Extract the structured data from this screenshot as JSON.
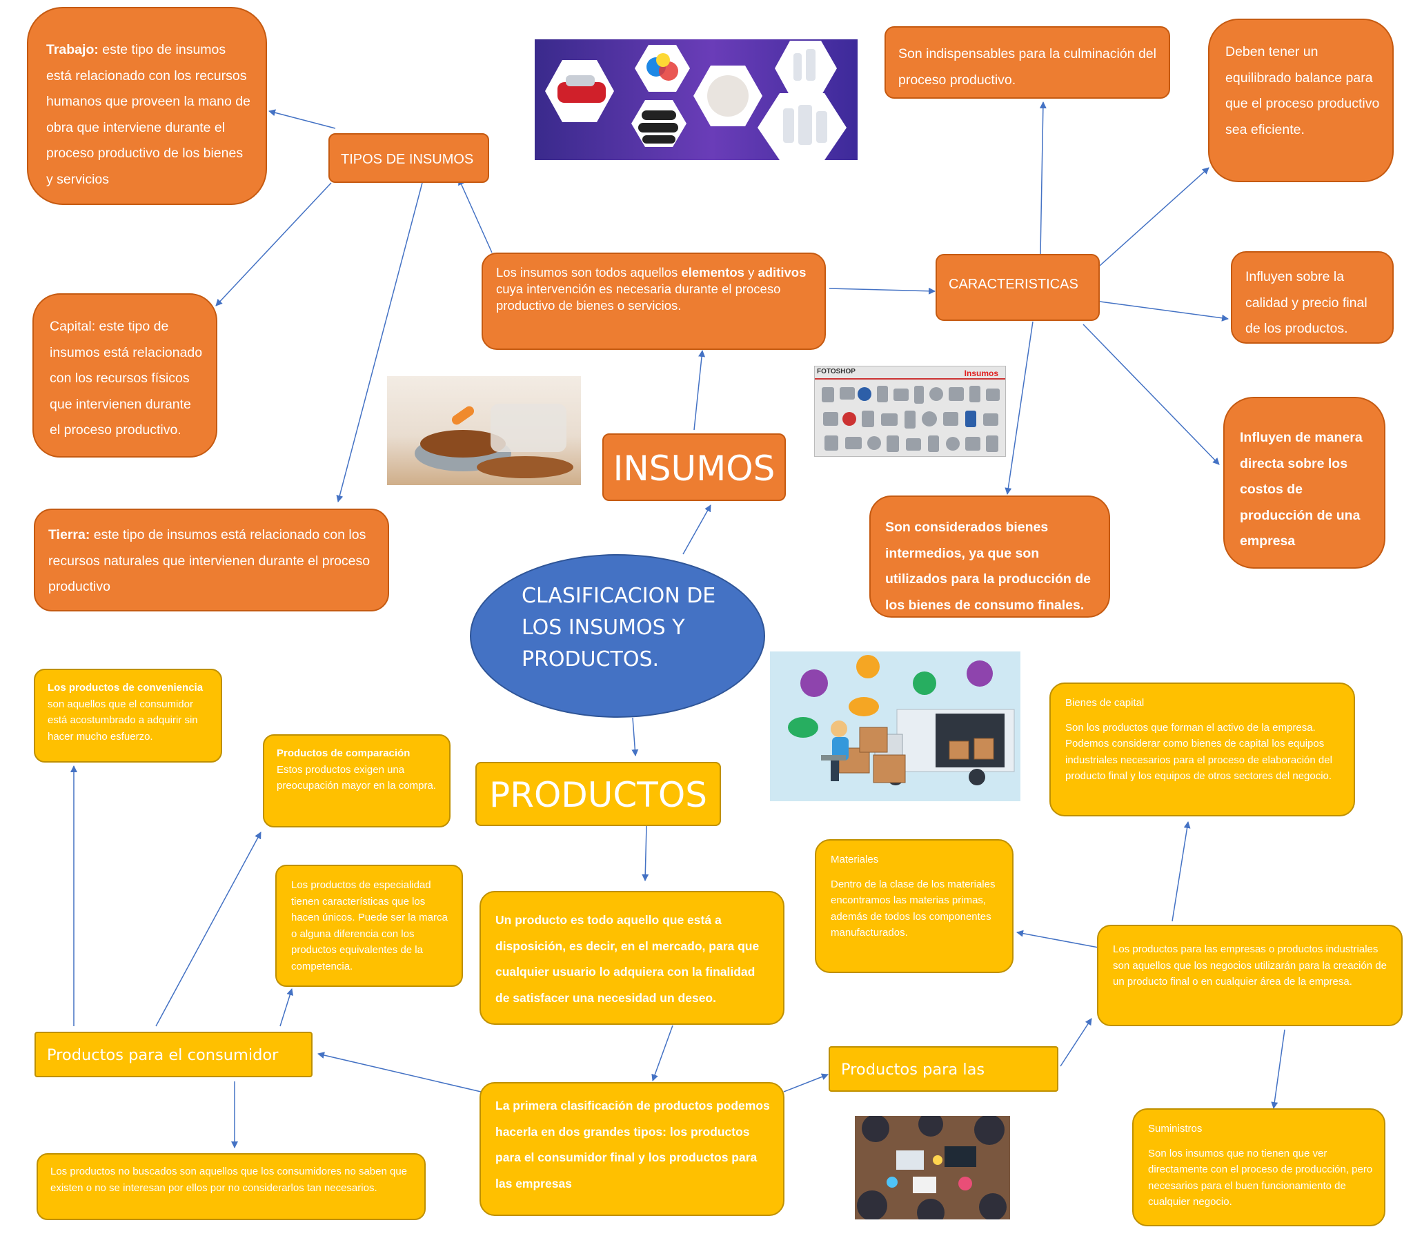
{
  "center": {
    "title": "CLASIFICACION DE LOS INSUMOS Y PRODUCTOS."
  },
  "insumos": {
    "title": "INSUMOS",
    "definition": {
      "prefix": "Los insumos son todos aquellos ",
      "b1": "elementos",
      "mid": " y ",
      "b2": "aditivos",
      "suffix": " cuya intervención es necesaria durante el proceso productivo de bienes o servicios."
    },
    "tipos": {
      "label": "TIPOS DE INSUMOS",
      "trabajo": {
        "bold": "Trabajo:",
        "text": " este tipo de insumos está relacionado con los recursos humanos que proveen la mano de obra que interviene durante el proceso productivo de los bienes y servicios"
      },
      "capital": {
        "text": "Capital: este tipo de insumos está relacionado con los recursos físicos que intervienen durante el proceso productivo."
      },
      "tierra": {
        "bold": "Tierra:",
        "text": " este tipo de insumos está relacionado con los recursos naturales que intervienen durante el proceso productivo"
      }
    },
    "caracteristicas": {
      "label": "CARACTERISTICAS",
      "indispensables": "Son indispensables para la culminación del proceso productivo.",
      "equilibrado": "Deben tener un equilibrado balance para que el proceso productivo sea eficiente.",
      "calidad": "Influyen sobre la calidad y precio final de los productos.",
      "costos": "Influyen de manera directa sobre los costos de producción de una empresa",
      "intermedios": "Son considerados bienes intermedios, ya que son utilizados para la producción de los bienes de consumo finales."
    },
    "catalog_image": {
      "brand": "FOTOSHOP",
      "label": "Insumos"
    }
  },
  "productos": {
    "title": "PRODUCTOS",
    "definition": "Un producto es todo aquello que está a disposición, es decir, en el mercado, para que cualquier usuario lo adquiera con la finalidad de satisfacer una necesidad un deseo.",
    "clasificacion": "La primera clasificación de productos podemos hacerla en dos grandes tipos: los productos para el consumidor final y los productos para las empresas",
    "consumidor_final": {
      "label": "Productos para el consumidor final",
      "conveniencia": {
        "title": "Los productos de conveniencia",
        "text": "son aquellos que el consumidor está acostumbrado a adquirir sin hacer mucho esfuerzo."
      },
      "comparacion": {
        "title": "Productos de comparación",
        "text": "Estos productos exigen una preocupación mayor en la compra."
      },
      "especialidad": "Los productos de especialidad tienen características que los hacen únicos. Puede ser la marca o alguna diferencia con los productos equivalentes de la competencia.",
      "no_buscados": "Los productos no buscados son aquellos que los consumidores no saben que existen o no se interesan por ellos por no considerarlos tan necesarios."
    },
    "empresas": {
      "label": "Productos para las empresas",
      "industriales": "Los productos para las empresas o productos industriales son aquellos que los negocios utilizarán para la creación de un producto final o en cualquier área de la empresa.",
      "bienes_capital": {
        "title": "Bienes de capital",
        "text": "Son los productos que forman el activo de la empresa. Podemos considerar como bienes de capital los equipos industriales necesarios para el proceso de elaboración del producto final y los equipos de otros sectores del negocio."
      },
      "materiales": {
        "title": "Materiales",
        "text": "Dentro de la clase de los materiales encontramos las materias primas, además de todos los componentes manufacturados."
      },
      "suministros": {
        "title": "Suministros",
        "text": "Son los insumos que no tienen que ver directamente con el proceso de producción, pero necesarios para el buen funcionamiento de cualquier negocio."
      }
    }
  },
  "colors": {
    "orange": "#ED7D31",
    "yellow": "#FFC000",
    "blue": "#4472C4",
    "arrow": "#4472C4"
  }
}
